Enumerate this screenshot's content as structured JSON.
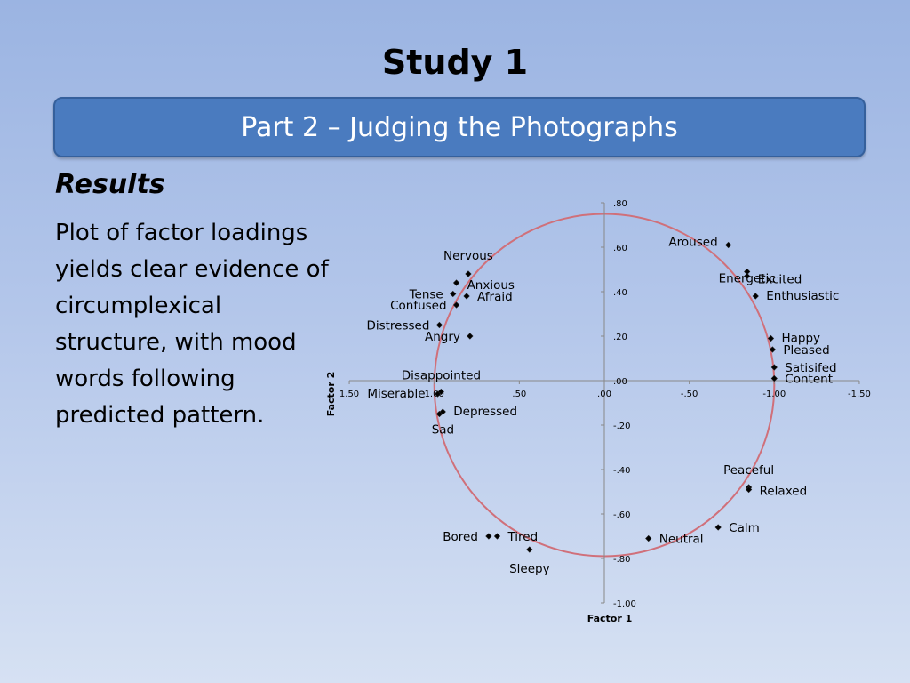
{
  "slide": {
    "title": "Study 1",
    "banner": "Part 2 – Judging the Photographs",
    "results_heading": "Results",
    "body": "Plot of factor loadings yields clear evidence of circumplexical structure, with mood words following predicted pattern."
  },
  "chart_data": {
    "type": "scatter",
    "xlabel": "Factor 1",
    "ylabel": "Factor 2",
    "x_reversed": true,
    "xlim": [
      1.5,
      -1.5
    ],
    "ylim": [
      -1.0,
      0.8
    ],
    "x_ticks": [
      {
        "value": 1.5,
        "label": "1.50"
      },
      {
        "value": 1.0,
        "label": "1.00"
      },
      {
        "value": 0.5,
        "label": ".50"
      },
      {
        "value": 0.0,
        "label": ".00"
      },
      {
        "value": -0.5,
        "label": "-.50"
      },
      {
        "value": -1.0,
        "label": "-1.00"
      },
      {
        "value": -1.5,
        "label": "-1.50"
      }
    ],
    "y_ticks": [
      {
        "value": 0.8,
        "label": ".80"
      },
      {
        "value": 0.6,
        "label": ".60"
      },
      {
        "value": 0.4,
        "label": ".40"
      },
      {
        "value": 0.2,
        "label": ".20"
      },
      {
        "value": 0.0,
        "label": ".00"
      },
      {
        "value": -0.2,
        "label": "-.20"
      },
      {
        "value": -0.4,
        "label": "-.40"
      },
      {
        "value": -0.6,
        "label": "-.60"
      },
      {
        "value": -0.8,
        "label": "-.80"
      },
      {
        "value": -1.0,
        "label": "-1.00"
      }
    ],
    "circle": {
      "center": [
        0.0,
        -0.02
      ],
      "radius_x": 1.0,
      "radius_y": 0.77,
      "color": "#d0707a"
    },
    "point_color": "#000000",
    "points": [
      {
        "label": "Aroused",
        "x": -0.73,
        "y": 0.61,
        "anchor": "end"
      },
      {
        "label": "Energetic",
        "x": -0.84,
        "y": 0.49,
        "anchor": "middle"
      },
      {
        "label": "Excited",
        "x": -0.84,
        "y": 0.47,
        "anchor": "start"
      },
      {
        "label": "Enthusiastic",
        "x": -0.89,
        "y": 0.38,
        "anchor": "start"
      },
      {
        "label": "Happy",
        "x": -0.98,
        "y": 0.19,
        "anchor": "start"
      },
      {
        "label": "Pleased",
        "x": -0.99,
        "y": 0.14,
        "anchor": "start"
      },
      {
        "label": "Satisifed",
        "x": -1.0,
        "y": 0.06,
        "anchor": "start"
      },
      {
        "label": "Content",
        "x": -1.0,
        "y": 0.01,
        "anchor": "start"
      },
      {
        "label": "Nervous",
        "x": 0.8,
        "y": 0.48,
        "anchor": "middle"
      },
      {
        "label": "Anxious",
        "x": 0.87,
        "y": 0.44,
        "anchor": "start"
      },
      {
        "label": "Tense",
        "x": 0.89,
        "y": 0.39,
        "anchor": "end"
      },
      {
        "label": "Afraid",
        "x": 0.81,
        "y": 0.38,
        "anchor": "start"
      },
      {
        "label": "Confused",
        "x": 0.87,
        "y": 0.34,
        "anchor": "end"
      },
      {
        "label": "Distressed",
        "x": 0.97,
        "y": 0.25,
        "anchor": "end"
      },
      {
        "label": "Angry",
        "x": 0.79,
        "y": 0.2,
        "anchor": "end"
      },
      {
        "label": "Disappointed",
        "x": 0.96,
        "y": -0.05,
        "anchor": "middle"
      },
      {
        "label": "Miserable",
        "x": 0.98,
        "y": -0.06,
        "anchor": "end"
      },
      {
        "label": "Depressed",
        "x": 0.95,
        "y": -0.14,
        "anchor": "start"
      },
      {
        "label": "Sad",
        "x": 0.97,
        "y": -0.15,
        "anchor": "middle"
      },
      {
        "label": "Peaceful",
        "x": -0.85,
        "y": -0.48,
        "anchor": "middle"
      },
      {
        "label": "Relaxed",
        "x": -0.85,
        "y": -0.49,
        "anchor": "start"
      },
      {
        "label": "Calm",
        "x": -0.67,
        "y": -0.66,
        "anchor": "start"
      },
      {
        "label": "Neutral",
        "x": -0.26,
        "y": -0.71,
        "anchor": "start"
      },
      {
        "label": "Bored",
        "x": 0.68,
        "y": -0.7,
        "anchor": "end"
      },
      {
        "label": "Tired",
        "x": 0.63,
        "y": -0.7,
        "anchor": "start"
      },
      {
        "label": "Sleepy",
        "x": 0.44,
        "y": -0.76,
        "anchor": "middle"
      }
    ]
  }
}
